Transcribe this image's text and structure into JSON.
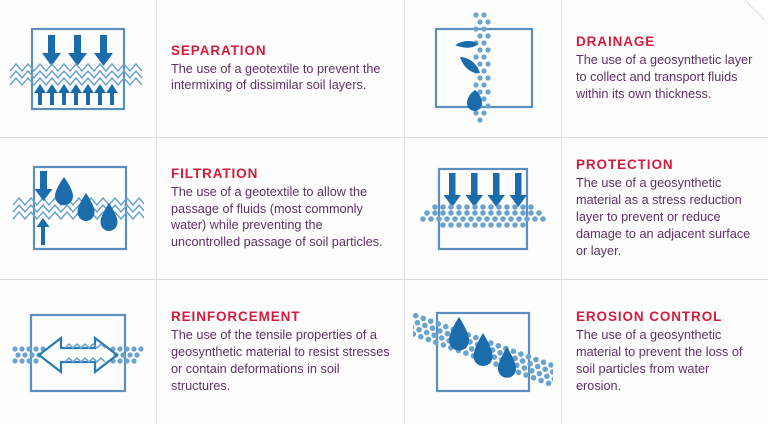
{
  "document": {
    "type": "geosynthetic-functions-chart",
    "layout": "2 columns x 3 rows of function cards",
    "corner_fold": true,
    "colors": {
      "title": "#d61b3c",
      "body_text": "#5c3361",
      "icon_outline": "#5b8fbf",
      "icon_fill": "#1b6cab",
      "mesh": "#6ba3cf",
      "divider": "#e0e0e0",
      "background": "#fdfdfd"
    }
  },
  "functions": [
    {
      "id": "separation",
      "title": "SEPARATION",
      "description": "The use of a geotextile to prevent the intermixing of dissimilar soil layers.",
      "icon": "separation-icon",
      "icon_description": "box with downward arrows above a horizontal geotextile mesh layer and upward arrows below",
      "row": 1,
      "column": 1
    },
    {
      "id": "drainage",
      "title": "DRAINAGE",
      "description": "The use of a geosynthetic layer to collect and transport fluids within its own thickness.",
      "icon": "drainage-icon",
      "icon_description": "box crossed by a vertical geosynthetic strip with water droplets travelling down through it",
      "row": 1,
      "column": 2
    },
    {
      "id": "filtration",
      "title": "FILTRATION",
      "description": "The use of a geotextile to allow the passage of fluids (most commonly water) while preventing the uncontrolled passage of soil particles.",
      "icon": "filtration-icon",
      "icon_description": "box with a horizontal geotextile layer, a down arrow and up arrow at left and water droplets passing through",
      "row": 2,
      "column": 1
    },
    {
      "id": "protection",
      "title": "PROTECTION",
      "description": "The use of a geosynthetic material as a stress reduction layer to prevent or reduce damage to an adjacent surface or layer.",
      "icon": "protection-icon",
      "icon_description": "box with four downward load arrows pressing onto a cushioning geosynthetic mesh layer",
      "row": 2,
      "column": 2
    },
    {
      "id": "reinforcement",
      "title": "REINFORCEMENT",
      "description": "The use of the tensile properties of a geosynthetic material to resist stresses or contain deformations in soil structures.",
      "icon": "reinforcement-icon",
      "icon_description": "box containing a horizontal double-headed tension arrow anchored in mesh at both ends",
      "row": 3,
      "column": 1
    },
    {
      "id": "erosion-control",
      "title": "EROSION CONTROL",
      "description": "The use of a geosynthetic material to prevent the loss of soil particles from water erosion.",
      "icon": "erosion-control-icon",
      "icon_description": "box with a diagonal sloping geosynthetic mesh blanket and water droplets running down the slope",
      "row": 3,
      "column": 2
    }
  ]
}
